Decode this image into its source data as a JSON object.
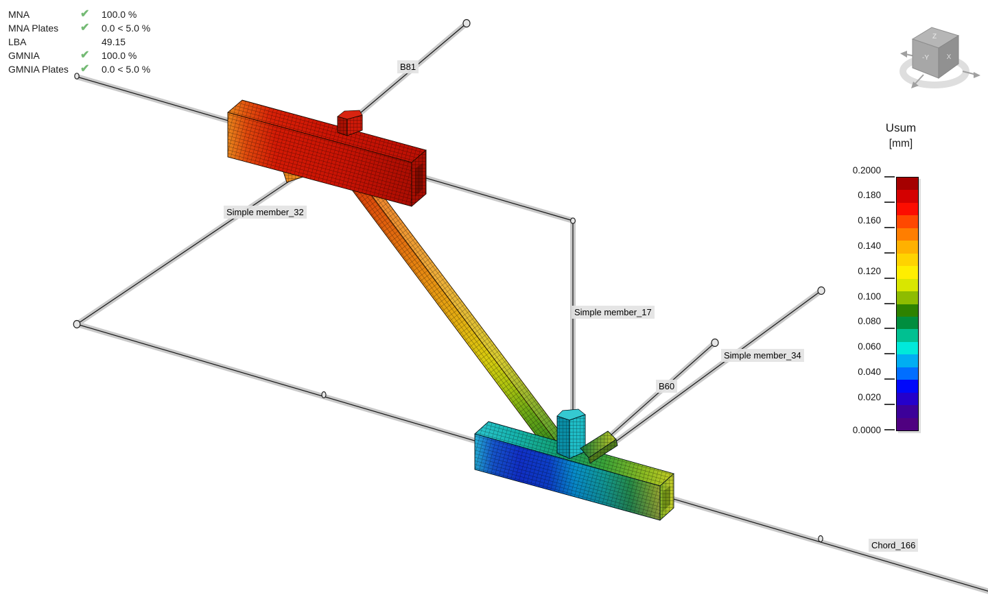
{
  "results_panel": {
    "check_color": "#74ba74",
    "rows": [
      {
        "label": "MNA",
        "check": true,
        "value": "100.0 %"
      },
      {
        "label": "MNA Plates",
        "check": true,
        "value": "0.0 < 5.0 %"
      },
      {
        "label": "LBA",
        "check": false,
        "value": "49.15"
      },
      {
        "label": "GMNIA",
        "check": true,
        "value": "100.0 %"
      },
      {
        "label": "GMNIA Plates",
        "check": true,
        "value": "0.0 < 5.0 %"
      }
    ]
  },
  "legend": {
    "title": "Usum",
    "unit": "[mm]",
    "ticks": [
      "0.2000",
      "0.180",
      "0.160",
      "0.140",
      "0.120",
      "0.100",
      "0.080",
      "0.060",
      "0.040",
      "0.020",
      "0.0000"
    ],
    "band_colors": [
      "#a50000",
      "#d40000",
      "#fc0d00",
      "#ff4800",
      "#ff7e00",
      "#ffb100",
      "#ffd300",
      "#ffee00",
      "#d9e600",
      "#8ebc00",
      "#2e8200",
      "#008d3e",
      "#00c091",
      "#00e9da",
      "#00aef2",
      "#006eff",
      "#0008fa",
      "#2400cb",
      "#3c0099",
      "#4f0080"
    ],
    "range_max": "0.2000",
    "range_min": "0.0000"
  },
  "member_labels": [
    {
      "id": "b81",
      "text": "B81"
    },
    {
      "id": "m32",
      "text": "Simple member_32"
    },
    {
      "id": "m17",
      "text": "Simple member_17"
    },
    {
      "id": "m34",
      "text": "Simple member_34"
    },
    {
      "id": "b60",
      "text": "B60"
    },
    {
      "id": "chord166",
      "text": "Chord_166"
    }
  ],
  "view_cube": {
    "top": "Z",
    "front": "-Y",
    "right": "X"
  }
}
